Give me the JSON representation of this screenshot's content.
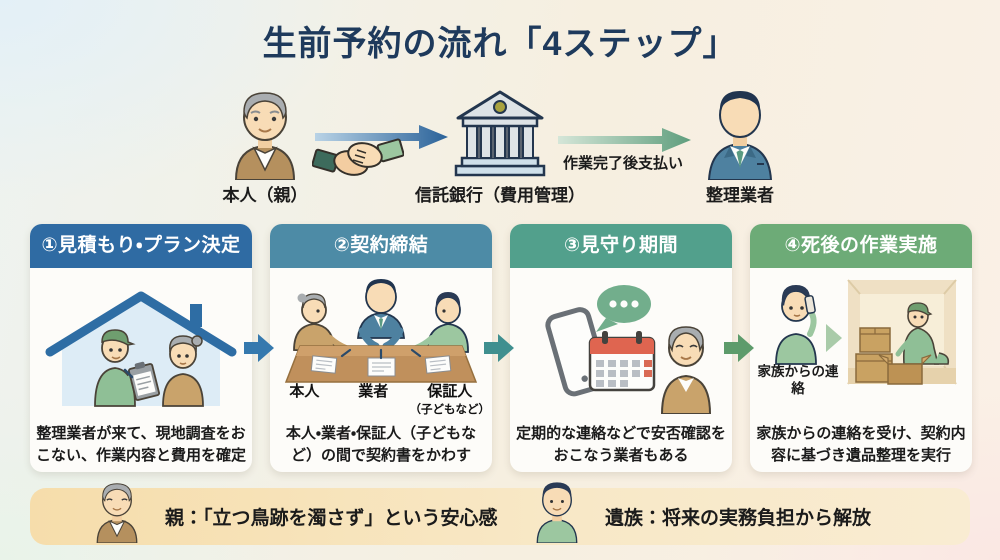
{
  "title": "生前予約の流れ「4ステップ」",
  "top_flow": {
    "parent_label": "本人（親）",
    "bank_label": "信託銀行（費用管理）",
    "payment_label": "作業完了後支払い",
    "vendor_label": "整理業者",
    "icons": [
      "elderly-man",
      "handshake",
      "arrow-right-blue",
      "bank",
      "arrow-right-green",
      "businessman"
    ]
  },
  "steps": [
    {
      "header": "①見積もり・プラン決定",
      "header_color": "#2f6ba3",
      "caption": "整理業者が来て、現地調査をおこない、作業内容と費用を確定",
      "icons": [
        "house-roof",
        "worker-with-clipboard",
        "elderly-woman"
      ]
    },
    {
      "header": "②契約締結",
      "header_color": "#4d8ba6",
      "signers": {
        "s1": "本人",
        "s2": "業者",
        "s3": "保証人",
        "s3_note": "（子どもなど）"
      },
      "caption": "本人・業者・保証人（子どもなど）の間で契約書をかわす",
      "icons": [
        "contract-signing-table"
      ]
    },
    {
      "header": "③見守り期間",
      "header_color": "#52a08c",
      "caption": "定期的な連絡などで安否確認をおこなう業者もある",
      "icons": [
        "smartphone",
        "speech-bubble",
        "calendar",
        "elderly-man"
      ]
    },
    {
      "header": "④死後の作業実施",
      "header_color": "#6dab77",
      "sub_label": "家族からの連絡",
      "caption": "家族からの連絡を受け、契約内容に基づき遺品整理を実行",
      "icons": [
        "family-caller",
        "arrow-right-small",
        "worker-packing-boxes"
      ]
    }
  ],
  "footer": {
    "parent_text": "親：「立つ鳥跡を濁さず」という安心感",
    "family_text": "遺族：将来の実務負担から解放",
    "icons": [
      "elderly-man",
      "young-man"
    ]
  },
  "colors": {
    "title_text": "#1e3a5c",
    "step1_header": "#2f6ba3",
    "step2_header": "#4d8ba6",
    "step3_header": "#52a08c",
    "step4_header": "#6dab77",
    "arrow_1_2": "#3579ae",
    "arrow_2_3": "#3f8f8f",
    "arrow_3_4": "#5d9b6b",
    "footer_bar": "#f6ddab"
  }
}
